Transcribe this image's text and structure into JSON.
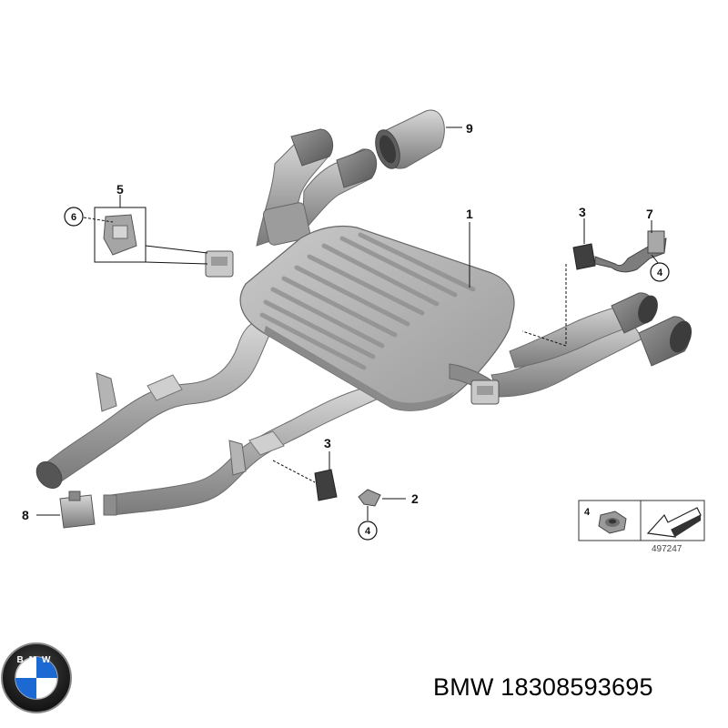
{
  "callouts": {
    "c1": "1",
    "c2": "2",
    "c3a": "3",
    "c3b": "3",
    "c4a": "4",
    "c4b": "4",
    "c5": "5",
    "c6": "6",
    "c7": "7",
    "c8": "8",
    "c9": "9",
    "c4key": "4"
  },
  "reference_number": "497247",
  "caption": "BMW 18308593695",
  "logo": {
    "letters": "BMW",
    "colors": {
      "blue": "#1c69d4",
      "ring": "#1a1a1a"
    }
  },
  "icons": [
    "bmw-logo",
    "nut-icon",
    "arrow-icon"
  ]
}
